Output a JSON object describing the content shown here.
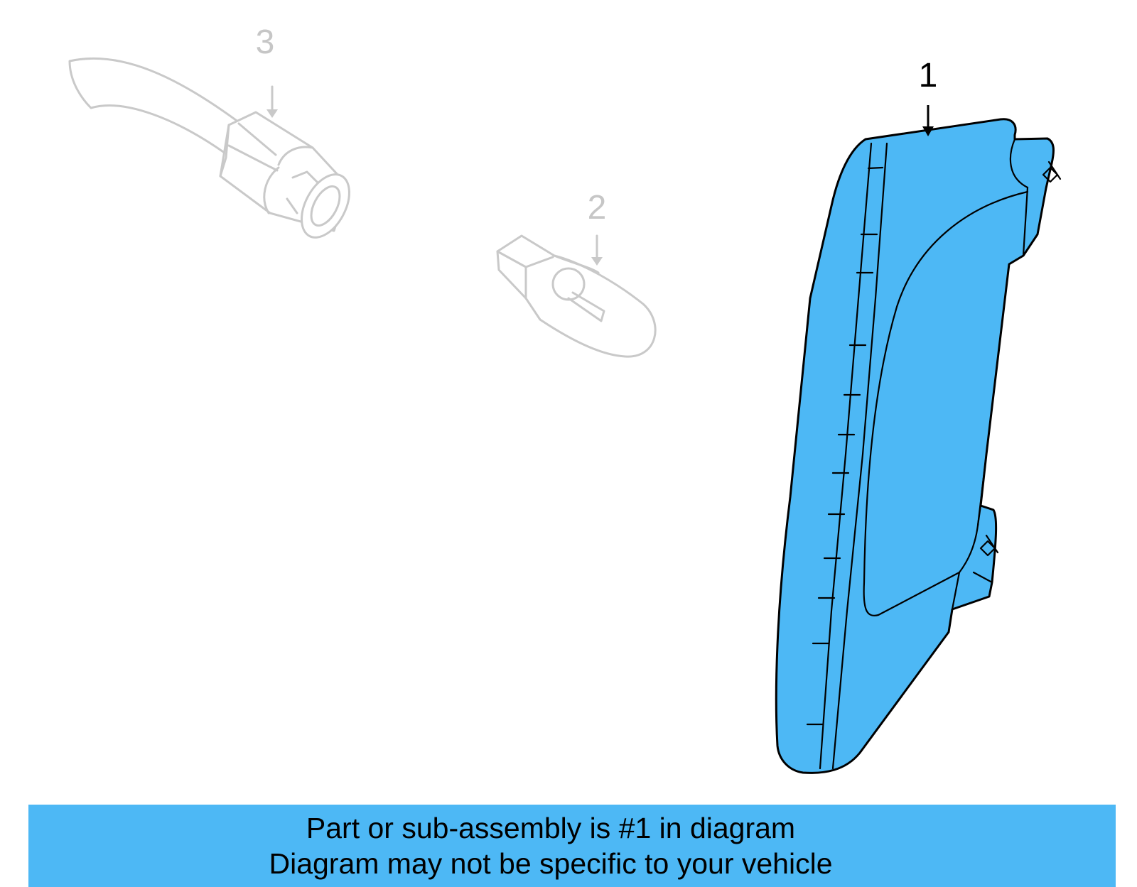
{
  "callouts": {
    "part1": "1",
    "part2": "2",
    "part3": "3"
  },
  "banner": {
    "line1": "Part or sub-assembly is #1 in diagram",
    "line2": "Diagram may not be specific to your vehicle"
  },
  "colors": {
    "highlight": "#4db8f5",
    "banner_bg": "#4db8f5",
    "ghost_parts": "#c9c9c9",
    "outline": "#000000"
  },
  "icons": {
    "part1": "side-marker-lamp-housing-drawing",
    "part2": "wedge-bulb-drawing",
    "part3": "bulb-socket-with-wire-drawing"
  }
}
